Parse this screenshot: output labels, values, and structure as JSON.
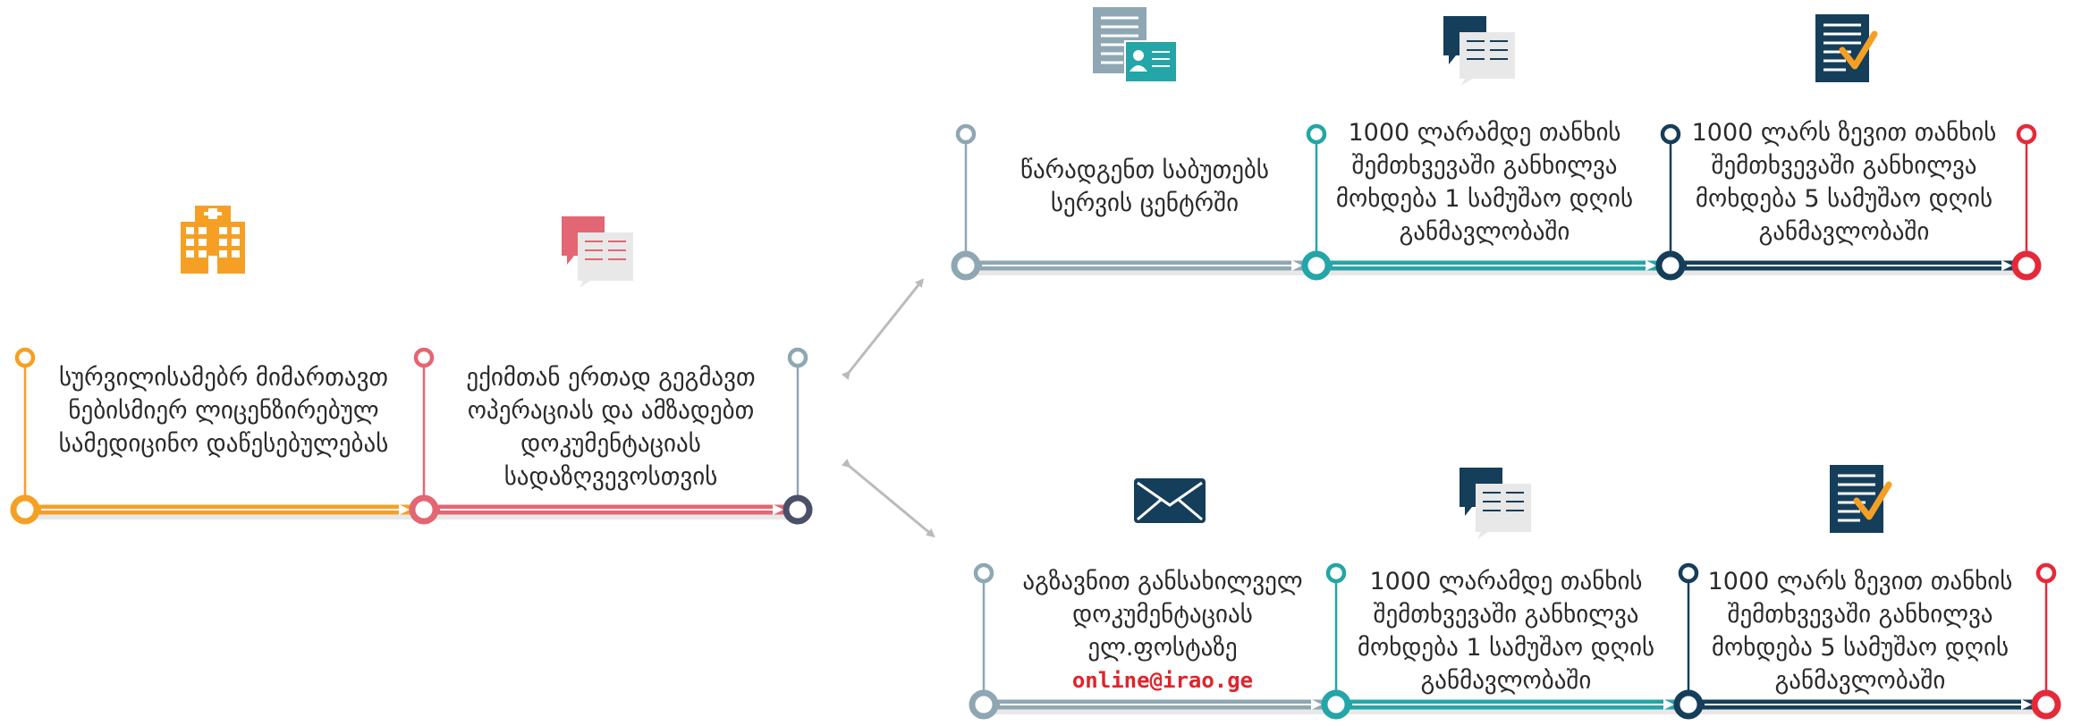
{
  "colors": {
    "orange": "#f5a024",
    "pink": "#e26673",
    "slate": "#8ea7b3",
    "teal": "#24a5a8",
    "navy": "#153e5a",
    "red": "#e42a3a",
    "arrow": "#b9bcbf",
    "email": "#e0242b"
  },
  "icons": {
    "hospital": "hospital-icon",
    "documents_pink": "documents-icon",
    "id_card": "id-card-document-icon",
    "documents_teal": "documents-icon",
    "checklist": "checklist-icon",
    "envelope": "envelope-icon",
    "documents_navy": "documents-icon",
    "checklist_2": "checklist-icon"
  },
  "steps": {
    "s1": [
      "სურვილისამებრ მიმართავთ",
      "ნებისმიერ ლიცენზირებულ",
      "სამედიცინო დაწესებულებას"
    ],
    "s2": [
      "ექიმთან ერთად გეგმავთ",
      "ოპერაციას და ამზადებთ",
      "დოკუმენტაციას",
      "სადაზღვევოსთვის"
    ],
    "s3": [
      "წარადგენთ საბუთებს",
      "სერვის ცენტრში"
    ],
    "s4": [
      "1000 ლარამდე თანხის",
      "შემთხვევაში განხილვა",
      "მოხდება 1 სამუშაო დღის",
      "განმავლობაში"
    ],
    "s5": [
      "1000 ლარს ზევით თანხის",
      "შემთხვევაში განხილვა",
      "მოხდება 5 სამუშაო დღის",
      "განმავლობაში"
    ],
    "s6": [
      "აგზავნით განსახილველ",
      "დოკუმენტაციას",
      "ელ.ფოსტაზე"
    ],
    "s6_email": "online@irao.ge",
    "s7": [
      "1000 ლარამდე თანხის",
      "შემთხვევაში განხილვა",
      "მოხდება 1 სამუშაო დღის",
      "განმავლობაში"
    ],
    "s8": [
      "1000 ლარს ზევით თანხის",
      "შემთხვევაში განხილვა",
      "მოხდება 5 სამუშაო დღის",
      "განმავლობაში"
    ]
  }
}
